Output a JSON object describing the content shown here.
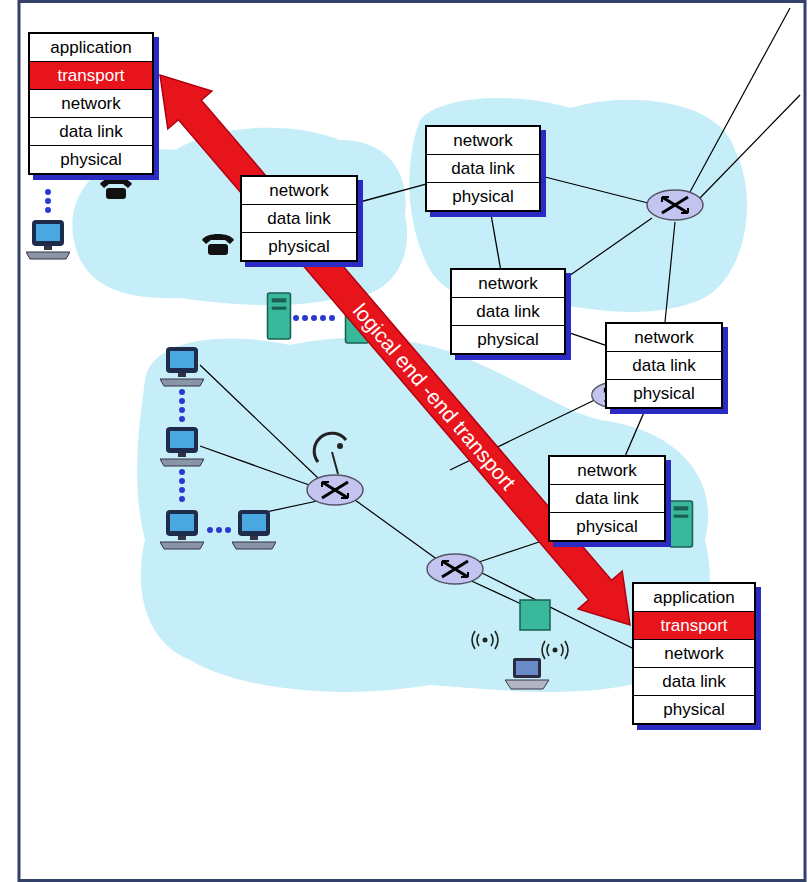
{
  "diagram": {
    "nodes": [
      {
        "text": [
          "application",
          "transport",
          "network",
          "data link",
          "physical"
        ]
      },
      {
        "text": [
          "network",
          "data link",
          "physical"
        ]
      },
      {
        "text": [
          "network",
          "data link",
          "physical"
        ]
      },
      {
        "text": [
          "network",
          "data link",
          "physical"
        ]
      },
      {
        "text": [
          "network",
          "data link",
          "physical"
        ]
      },
      {
        "text": [
          "network",
          "data link",
          "physical"
        ]
      },
      {
        "text": [
          "application",
          "transport",
          "network",
          "data link",
          "physical"
        ]
      }
    ],
    "edges": [
      {
        "from": 2,
        "to": 1,
        "arrow": "none"
      },
      {
        "from": 1,
        "to": 3,
        "arrow": "none"
      },
      {
        "from": 3,
        "to": 4,
        "arrow": "none"
      },
      {
        "from": 4,
        "to": 5,
        "arrow": "none"
      },
      {
        "from": 0,
        "to": 6,
        "arrow": "both",
        "label": "logical end -end transport"
      }
    ]
  }
}
